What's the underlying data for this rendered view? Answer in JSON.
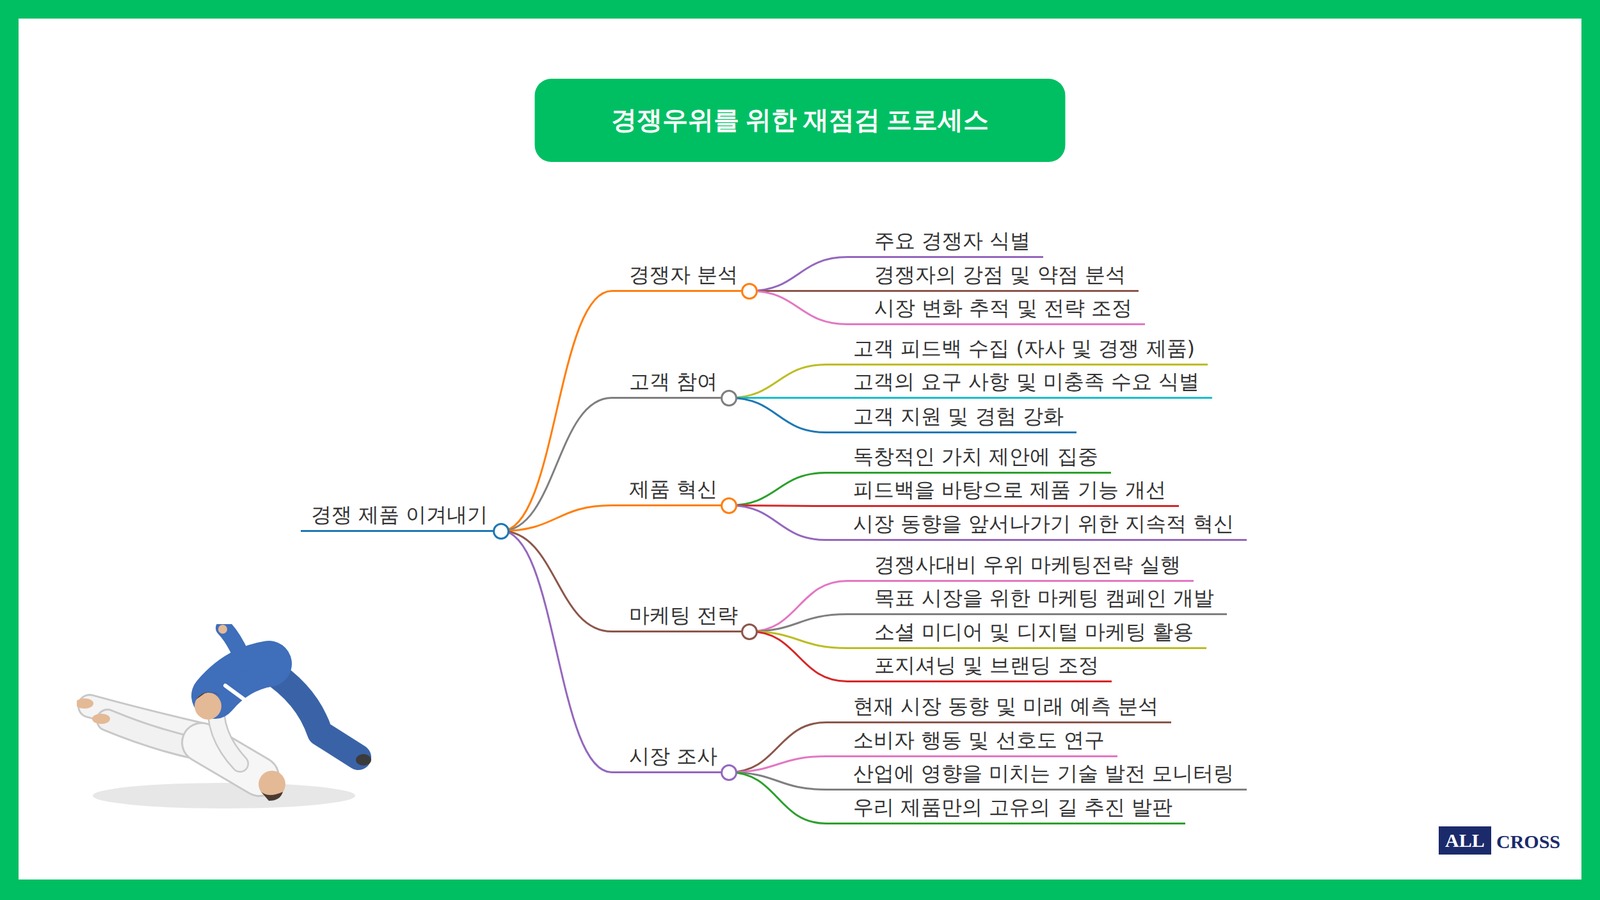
{
  "diagram": {
    "title": "경쟁우위를 위한 재점검 프로세스",
    "nodes": [
      {
        "text": [
          "경쟁 제품 이겨내기"
        ]
      },
      {
        "text": [
          "경쟁자 분석"
        ]
      },
      {
        "text": [
          "주요 경쟁자 식별"
        ]
      },
      {
        "text": [
          "경쟁자의 강점 및 약점 분석"
        ]
      },
      {
        "text": [
          "시장 변화 추적 및 전략 조정"
        ]
      },
      {
        "text": [
          "고객 참여"
        ]
      },
      {
        "text": [
          "고객 피드백 수집 (자사 및 경쟁 제품)"
        ]
      },
      {
        "text": [
          "고객의 요구 사항 및 미충족 수요 식별"
        ]
      },
      {
        "text": [
          "고객 지원 및 경험 강화"
        ]
      },
      {
        "text": [
          "제품 혁신"
        ]
      },
      {
        "text": [
          "독창적인 가치 제안에 집중"
        ]
      },
      {
        "text": [
          "피드백을 바탕으로 제품 기능 개선"
        ]
      },
      {
        "text": [
          "시장 동향을 앞서나가기 위한 지속적 혁신"
        ]
      },
      {
        "text": [
          "마케팅 전략"
        ]
      },
      {
        "text": [
          "경쟁사대비 우위 마케팅전략 실행"
        ]
      },
      {
        "text": [
          "목표 시장을 위한 마케팅 캠페인 개발"
        ]
      },
      {
        "text": [
          "소셜 미디어 및 디지털 마케팅 활용"
        ]
      },
      {
        "text": [
          "포지셔닝 및 브랜딩 조정"
        ]
      },
      {
        "text": [
          "시장 조사"
        ]
      },
      {
        "text": [
          "현재 시장 동향 및 미래 예측 분석"
        ]
      },
      {
        "text": [
          "소비자 행동 및 선호도 연구"
        ]
      },
      {
        "text": [
          "산업에 영향을 미치는 기술 발전 모니터링"
        ]
      },
      {
        "text": [
          "우리 제품만의 고유의 길 추진 발판"
        ]
      }
    ],
    "edges": [
      {
        "from": 0,
        "to": 1,
        "arrow": "none"
      },
      {
        "from": 0,
        "to": 5,
        "arrow": "none"
      },
      {
        "from": 0,
        "to": 9,
        "arrow": "none"
      },
      {
        "from": 0,
        "to": 13,
        "arrow": "none"
      },
      {
        "from": 0,
        "to": 18,
        "arrow": "none"
      },
      {
        "from": 1,
        "to": 2,
        "arrow": "none"
      },
      {
        "from": 1,
        "to": 3,
        "arrow": "none"
      },
      {
        "from": 1,
        "to": 4,
        "arrow": "none"
      },
      {
        "from": 5,
        "to": 6,
        "arrow": "none"
      },
      {
        "from": 5,
        "to": 7,
        "arrow": "none"
      },
      {
        "from": 5,
        "to": 8,
        "arrow": "none"
      },
      {
        "from": 9,
        "to": 10,
        "arrow": "none"
      },
      {
        "from": 9,
        "to": 11,
        "arrow": "none"
      },
      {
        "from": 9,
        "to": 12,
        "arrow": "none"
      },
      {
        "from": 13,
        "to": 14,
        "arrow": "none"
      },
      {
        "from": 13,
        "to": 15,
        "arrow": "none"
      },
      {
        "from": 13,
        "to": 16,
        "arrow": "none"
      },
      {
        "from": 13,
        "to": 17,
        "arrow": "none"
      },
      {
        "from": 18,
        "to": 19,
        "arrow": "none"
      },
      {
        "from": 18,
        "to": 20,
        "arrow": "none"
      },
      {
        "from": 18,
        "to": 21,
        "arrow": "none"
      },
      {
        "from": 18,
        "to": 22,
        "arrow": "none"
      }
    ],
    "labels": [
      "ALL",
      "CROSS"
    ]
  }
}
